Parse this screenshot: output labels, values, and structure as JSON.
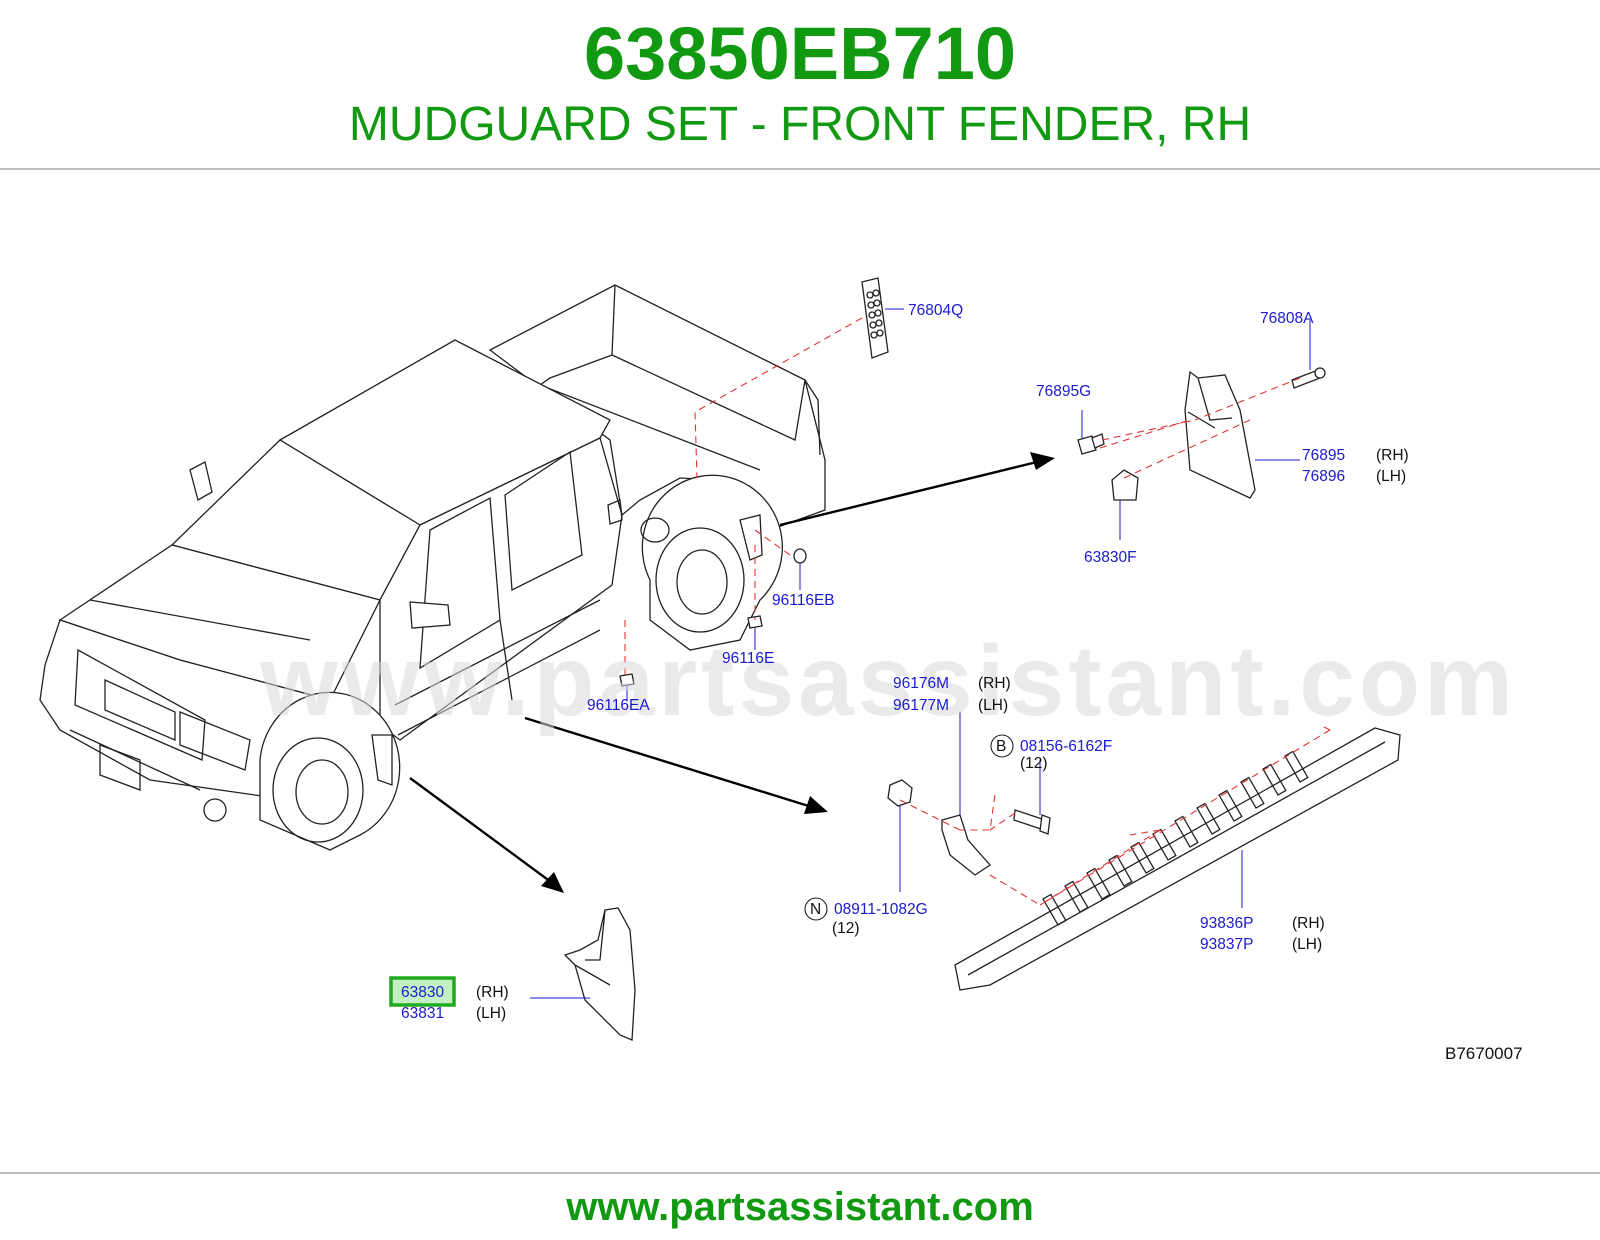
{
  "header": {
    "part_number": "63850EB710",
    "description": "MUDGUARD SET - FRONT FENDER, RH"
  },
  "watermark": "www.partsassistant.com",
  "footer": {
    "url": "www.partsassistant.com"
  },
  "diagram_ref": "B7670007",
  "colors": {
    "title": "#119911",
    "callout_text": "#1a1ad0",
    "leader_dashes": "#e23434",
    "highlight_box": "#1faa1f",
    "highlight_fill": "#c4f1c4"
  },
  "callouts": {
    "c76804Q": "76804Q",
    "c76808A": "76808A",
    "c76895G": "76895G",
    "c76895": "76895",
    "c76895_side": "(RH)",
    "c76896": "76896",
    "c76896_side": "(LH)",
    "c63830F": "63830F",
    "c96116EB": "96116EB",
    "c96116E": "96116E",
    "c96116EA": "96116EA",
    "c96176M": "96176M",
    "c96176M_side": "(RH)",
    "c96177M": "96177M",
    "c96177M_side": "(LH)",
    "c08156_prefix": "B",
    "c08156": "08156-6162F",
    "c08156_qty": "(12)",
    "c08911_prefix": "N",
    "c08911": "08911-1082G",
    "c08911_qty": "(12)",
    "c93836P": "93836P",
    "c93836P_side": "(RH)",
    "c93837P": "93837P",
    "c93837P_side": "(LH)",
    "c63830": "63830",
    "c63830_side": "(RH)",
    "c63831": "63831",
    "c63831_side": "(LH)"
  }
}
